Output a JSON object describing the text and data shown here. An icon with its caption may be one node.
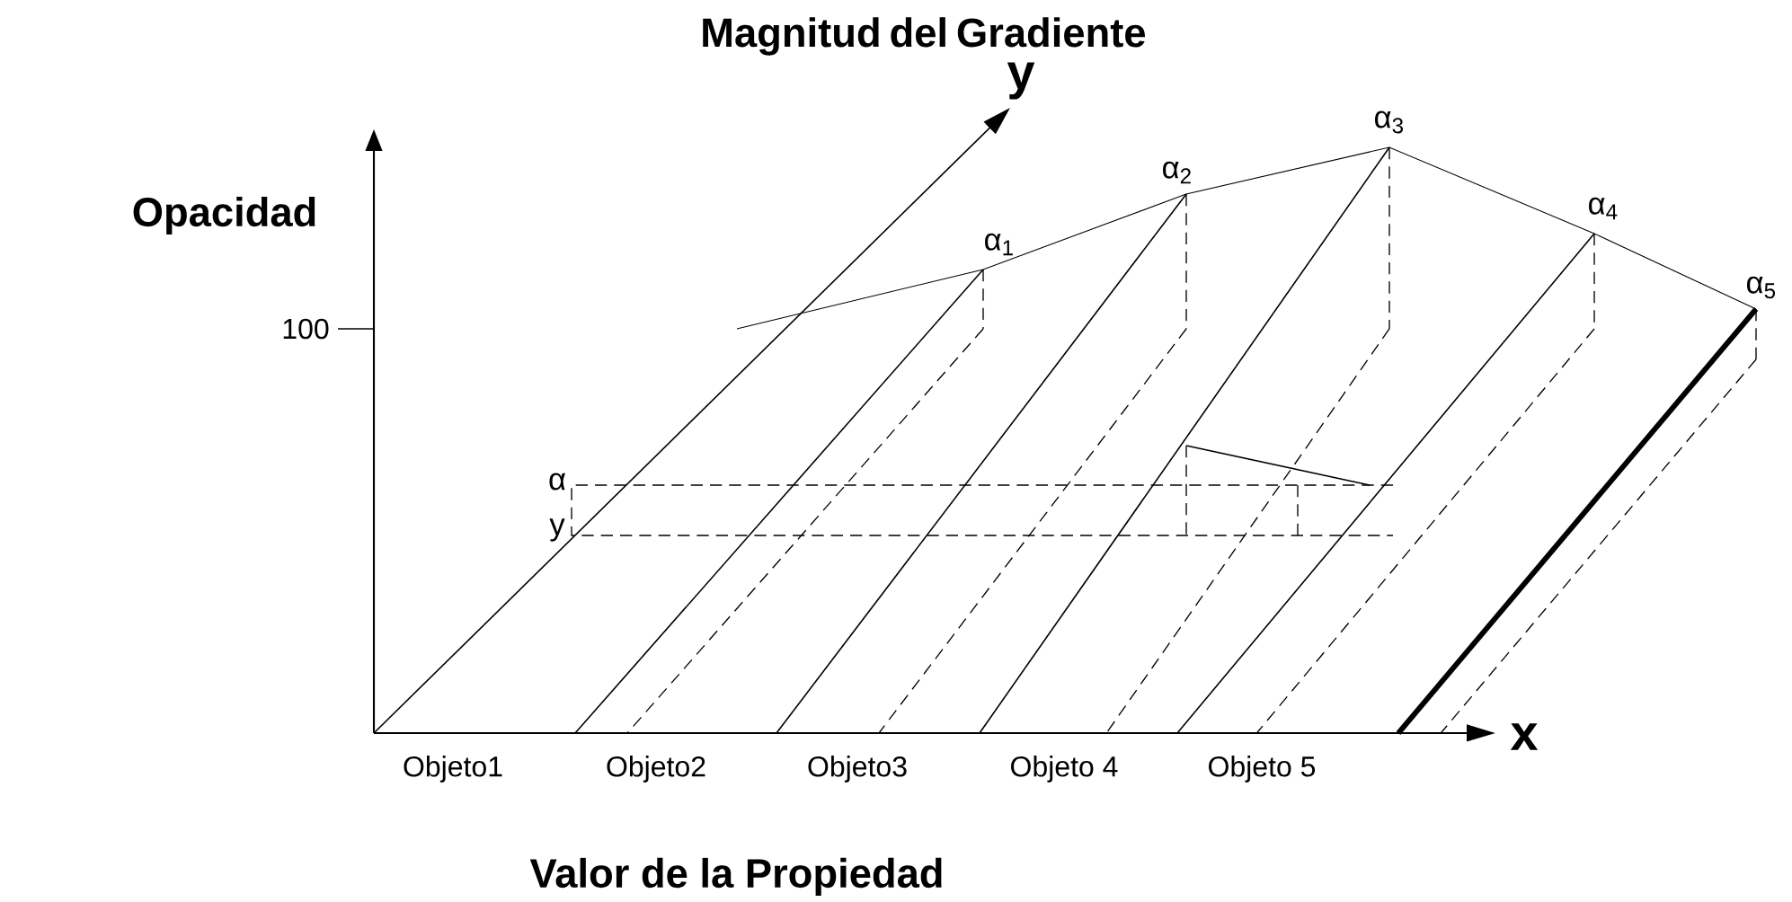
{
  "diagram": {
    "labels": [
      "Magnitud del Gradiente",
      "y",
      "α$_{3}$",
      "α$_{2}$",
      "Opacidad",
      "α$_{1}$",
      "α$_{4}$",
      "100",
      "α$_{5}$",
      "α",
      "y",
      "x",
      "Objeto1",
      "Objeto2",
      "Objeto3",
      "Objeto 4",
      "Objeto 5",
      "Valor de la Propiedad"
    ]
  }
}
